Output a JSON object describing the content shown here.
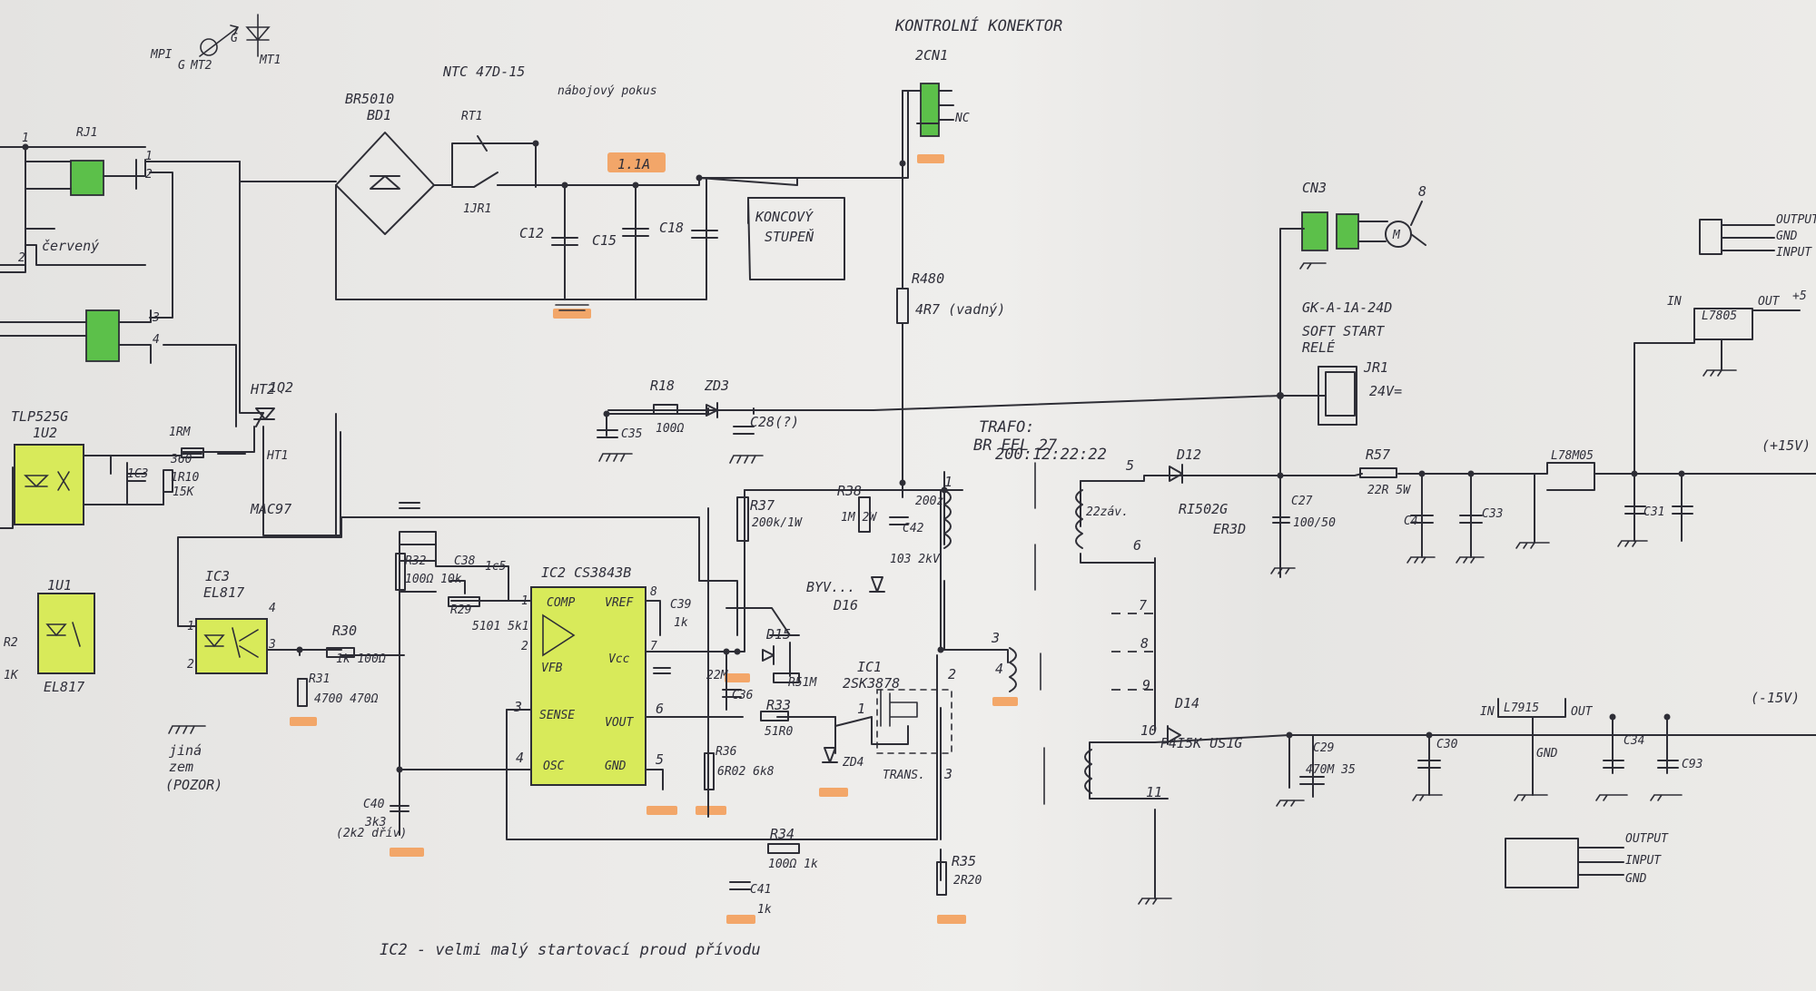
{
  "labels": {
    "title_connector": "KONTROLNÍ KONEKTOR",
    "cn1": "2CN1",
    "nc": "NC",
    "ntc": "NTC 47D-15",
    "ntc_ref": "RT1",
    "ntc_note": "nábojový pokus",
    "rel_contact": "1JR1",
    "bridge": "BR5010",
    "bridge_ref": "BD1",
    "fuse_label": "1.1A",
    "c12": "C12",
    "c15": "C15",
    "c18": "C18",
    "out_stage_1": "KONCOVÝ",
    "out_stage_2": "STUPEŇ",
    "r480": "R480",
    "r480_val": "4R7 (vadný)",
    "cn3": "CN3",
    "motor": "M",
    "num8": "8",
    "relay_type": "GK-A-1A-24D",
    "relay_soft_1": "SOFT START",
    "relay_soft_2": "RELÉ",
    "relay_ref": "JR1",
    "relay_v": "24V=",
    "reg_top": "L7805",
    "reg_top_in": "IN",
    "reg_top_out": "OUT",
    "out_plus5": "+5",
    "pinout_top_1": "OUTPUT",
    "pinout_top_2": "GND",
    "pinout_top_3": "INPUT",
    "rj1": "RJ1",
    "c_green": "červený",
    "pin1": "1",
    "pin2": "2",
    "pin3": "3",
    "pin4": "4",
    "pin5": "5",
    "pin6": "6",
    "pin7": "7",
    "pin8": "8",
    "ht2": "HT2",
    "q2": "1Q2",
    "ht1": "HT1",
    "mac": "MAC97",
    "tlp": "TLP525G",
    "u2": "1U2",
    "rm": "1RM",
    "r360": "360",
    "c3": "1C3",
    "r10": "1R10",
    "r10v": "15K",
    "r18": "R18",
    "r18v": "100Ω",
    "zd3": "ZD3",
    "c28": "C28(?)",
    "c35": "C35",
    "trafo_1": "TRAFO:",
    "trafo_2": "BR EEL 27",
    "trafo_3": "200:12:22:22",
    "tr5": "5",
    "tr6": "6",
    "tr7": "7",
    "tr8": "8",
    "tr9": "9",
    "tr10": "10",
    "tr11": "11",
    "tr22": "22záv.",
    "d12": "D12",
    "d12t": "RI502G",
    "er3d": "ER3D",
    "c27": "C27",
    "c27v": "100/50",
    "r57": "R57",
    "r57v": "22R 5W",
    "c4": "C4",
    "c33": "C33",
    "l7805b": "L78M05",
    "plus15": "(+15V)",
    "c31": "C31",
    "r37": "R37",
    "r37v": "200k/1W",
    "r38": "R38",
    "r38v": "1M 2W",
    "c42": "C42",
    "c42v": "103 2kV",
    "c200": "200z",
    "byv": "BYV...",
    "d16": "D16",
    "ic3": "IC3",
    "el817a": "EL817",
    "ic2": "IC2 CS3843B",
    "comp": "COMP",
    "vref": "VREF",
    "vfb": "VFB",
    "vcc": "Vcc",
    "sense": "SENSE",
    "vout": "VOUT",
    "osc": "OSC",
    "gnd": "GND",
    "r32": "R32",
    "r32v": "100Ω 10k",
    "c38": "C38",
    "c38v": "1c5",
    "r29": "R29",
    "r29v": "5101 5k1",
    "c39": "C39",
    "c39v": "1k",
    "d15": "D15",
    "c36": "C36",
    "c36v": "22M",
    "r51m": "R51M",
    "r33": "R33",
    "r33v": "51R0",
    "ic1": "IC1",
    "mosfet": "2SK3878",
    "trans": "TRANS.",
    "zd4": "ZD4",
    "r36": "R36",
    "r36v": "6R02 6k8",
    "r30": "R30",
    "r30v": "1k 100Ω",
    "r31": "R31",
    "r31v": "4700 470Ω",
    "jina": "jiná",
    "zem": "zem",
    "pozor": "(POZOR)",
    "u1": "1U1",
    "el817b": "EL817",
    "r2": "R2",
    "r2v": "1K",
    "c40": "C40",
    "c40v": "3k3",
    "c40n": "(2k2 dřív)",
    "r34": "R34",
    "r34v": "100Ω 1k",
    "c41": "C41",
    "c41v": "1k",
    "r35": "R35",
    "r35v": "2R20",
    "note": "IC2 - velmi malý startovací proud přívodu",
    "d14": "D14",
    "d14t": "P4I5K US1G",
    "c29": "C29",
    "c29v": "470M 35",
    "c30": "C30",
    "l7915": "L7915",
    "l7915_in": "IN",
    "l7915_out": "OUT",
    "l7915_gnd": "GND",
    "minus15": "(-15V)",
    "c34": "C34",
    "c93": "C93",
    "pinout_bot_1": "OUTPUT",
    "pinout_bot_2": "INPUT",
    "pinout_bot_3": "GND",
    "mfl": "MPI",
    "g": "G",
    "mt2": "MT2",
    "mt1": "MT1",
    "g2": "G"
  },
  "colors": {
    "ic_highlight": "#d8ea5a",
    "connector_highlight": "#5cc04a",
    "ground_marker": "#f39a52",
    "ink": "#2e2e36"
  }
}
